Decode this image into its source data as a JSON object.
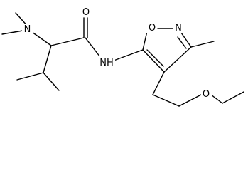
{
  "molecule": {
    "atom_labels": {
      "dimethylamino_n": "N",
      "carbonyl_o": "O",
      "amide_nh": "NH",
      "ring_o": "O",
      "ring_n": "N",
      "ether_o": "O"
    }
  },
  "colors": {
    "bond": "#000000",
    "label": "#000000",
    "background": "#ffffff"
  }
}
